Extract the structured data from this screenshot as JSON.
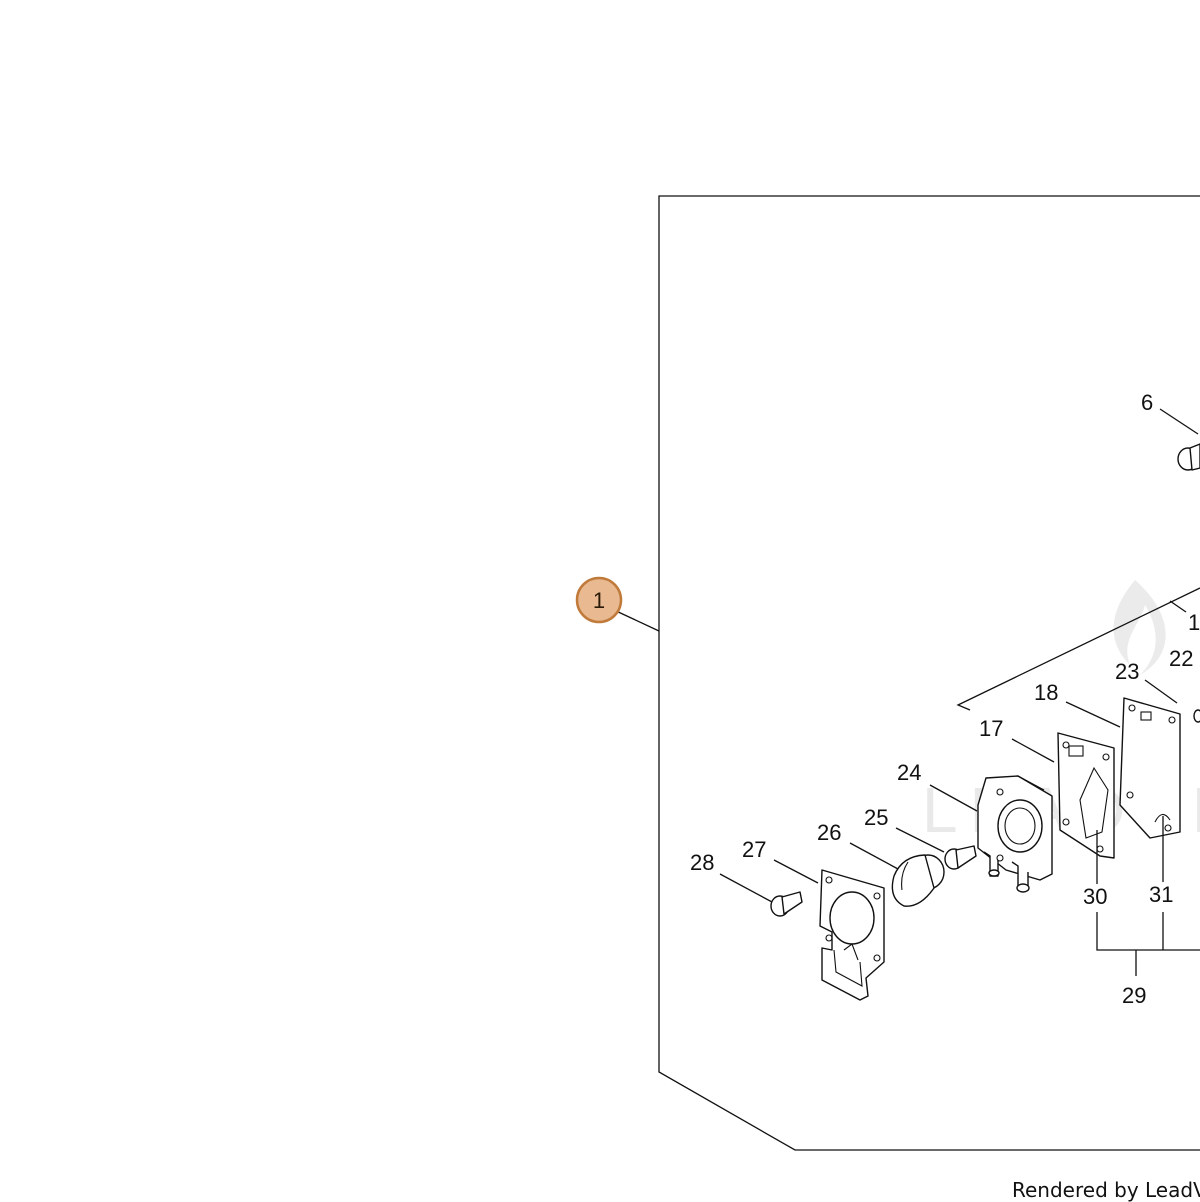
{
  "colors": {
    "callout_fill": "#e9b992",
    "callout_stroke": "#c07a3a",
    "line": "#111111",
    "watermark": "#d8d8d8"
  },
  "assembly_callout": {
    "label": "1"
  },
  "part_labels": {
    "p6": "6",
    "p1x": "1",
    "p22": "22",
    "p23": "23",
    "p18": "18",
    "p17": "17",
    "p24": "24",
    "p25": "25",
    "p26": "26",
    "p27": "27",
    "p28": "28",
    "p30": "30",
    "p31": "31",
    "p29": "29"
  },
  "watermark": {
    "text": "LEADVEN"
  },
  "footer": {
    "text": "Rendered by LeadVentu"
  }
}
